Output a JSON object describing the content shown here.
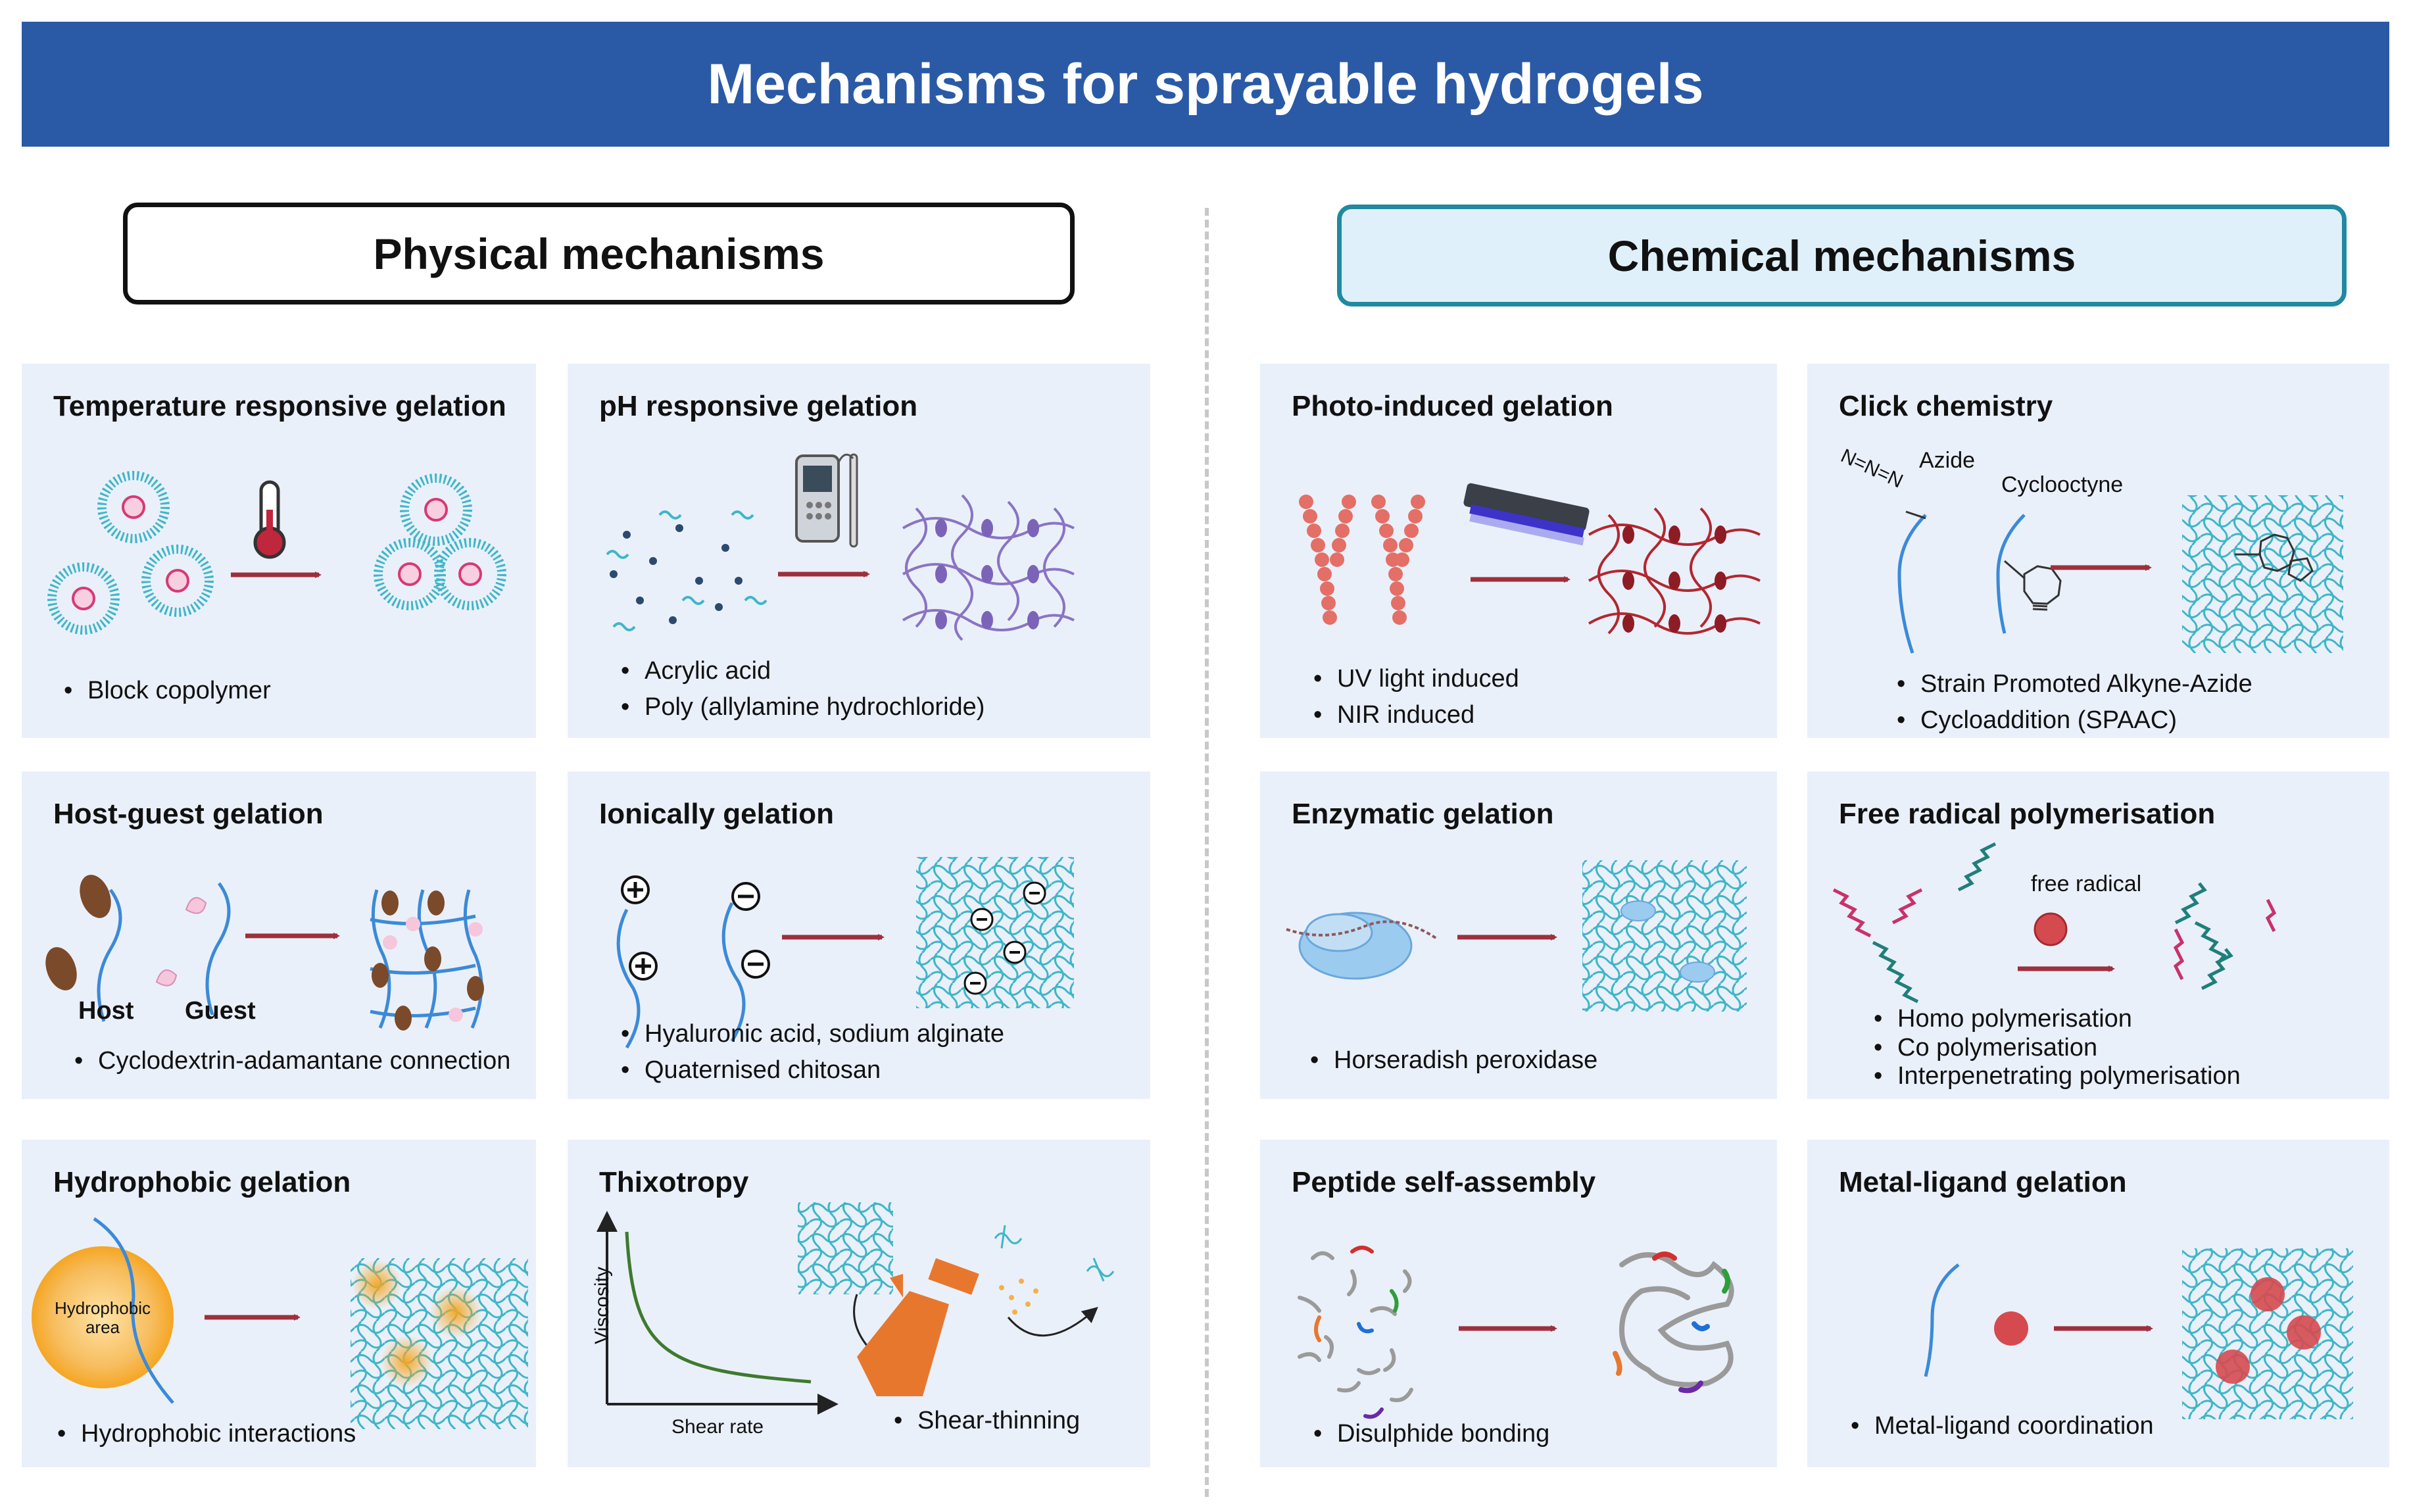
{
  "title": "Mechanisms for sprayable hydrogels",
  "sections": {
    "physical": "Physical mechanisms",
    "chemical": "Chemical mechanisms"
  },
  "colors": {
    "banner": "#2a5aa6",
    "panel_bg": "#eaf0fa",
    "arrow": "#9e2f3c",
    "network": "#3fb6c9",
    "chem_header_bg": "#dff0fa"
  },
  "panels": {
    "temperature": {
      "title": "Temperature responsive gelation",
      "bullets": [
        "Block copolymer"
      ]
    },
    "ph": {
      "title": "pH responsive gelation",
      "bullets": [
        "Acrylic acid",
        "Poly (allylamine hydrochloride)"
      ]
    },
    "host_guest": {
      "title": "Host-guest gelation",
      "labels": {
        "host": "Host",
        "guest": "Guest"
      },
      "bullets": [
        "Cyclodextrin-adamantane connection"
      ]
    },
    "ionic": {
      "title": "Ionically gelation",
      "bullets": [
        "Hyaluronic acid, sodium alginate",
        "Quaternised chitosan"
      ]
    },
    "hydrophobic": {
      "title": "Hydrophobic gelation",
      "labels": {
        "area": "Hydrophobic area"
      },
      "bullets": [
        "Hydrophobic interactions"
      ]
    },
    "thixotropy": {
      "title": "Thixotropy",
      "labels": {
        "ylabel": "Viscosity",
        "xlabel": "Shear rate"
      },
      "bullets": [
        "Shear-thinning"
      ]
    },
    "photo": {
      "title": "Photo-induced gelation",
      "bullets": [
        "UV light induced",
        "NIR induced"
      ]
    },
    "click": {
      "title": "Click chemistry",
      "labels": {
        "azide": "Azide",
        "cyclooctyne": "Cyclooctyne",
        "azide_formula": "N=N=N"
      },
      "bullets": [
        "Strain Promoted Alkyne-Azide",
        "Cycloaddition (SPAAC)"
      ]
    },
    "enzymatic": {
      "title": "Enzymatic gelation",
      "bullets": [
        "Horseradish peroxidase"
      ]
    },
    "free_radical": {
      "title": "Free radical polymerisation",
      "labels": {
        "radical": "free radical"
      },
      "bullets": [
        "Homo polymerisation",
        "Co polymerisation",
        "Interpenetrating polymerisation"
      ]
    },
    "peptide": {
      "title": "Peptide self-assembly",
      "bullets": [
        "Disulphide bonding"
      ]
    },
    "metal": {
      "title": "Metal-ligand gelation",
      "bullets": [
        "Metal-ligand coordination"
      ]
    }
  }
}
